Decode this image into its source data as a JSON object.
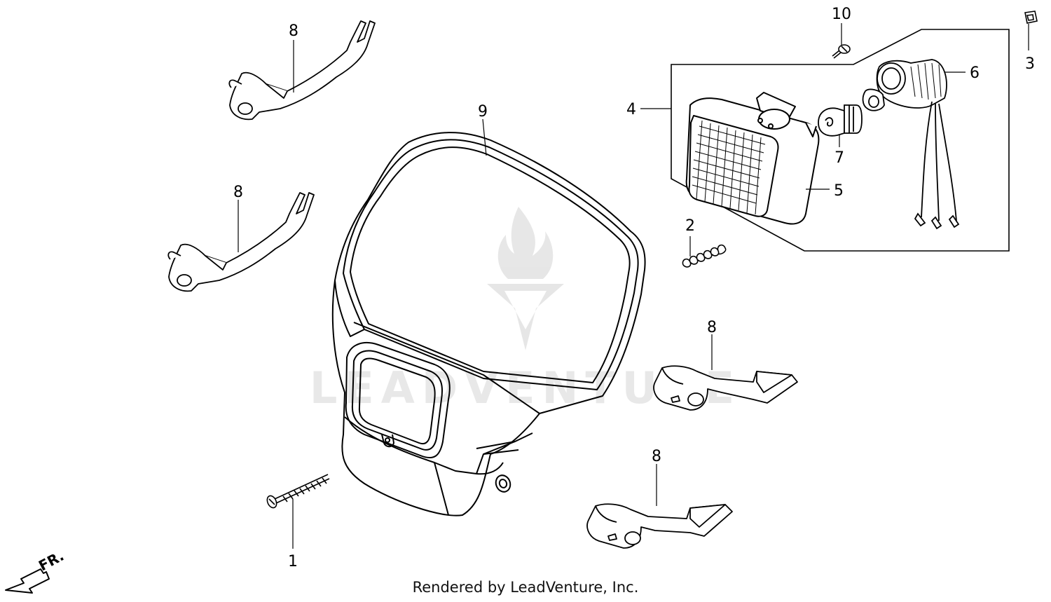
{
  "footer": {
    "text": "Rendered by LeadVenture, Inc."
  },
  "direction": {
    "label": "FR."
  },
  "watermark": {
    "text": "LEADVENTURE"
  },
  "callouts": [
    {
      "id": "c1",
      "number": "1"
    },
    {
      "id": "c2",
      "number": "2"
    },
    {
      "id": "c3",
      "number": "3"
    },
    {
      "id": "c4",
      "number": "4"
    },
    {
      "id": "c5",
      "number": "5"
    },
    {
      "id": "c6",
      "number": "6"
    },
    {
      "id": "c7",
      "number": "7"
    },
    {
      "id": "c8a",
      "number": "8"
    },
    {
      "id": "c8b",
      "number": "8"
    },
    {
      "id": "c8c",
      "number": "8"
    },
    {
      "id": "c8d",
      "number": "8"
    },
    {
      "id": "c9",
      "number": "9"
    },
    {
      "id": "c10",
      "number": "10"
    }
  ],
  "colors": {
    "line": "#000000",
    "watermark": "#dcdcdc",
    "background": "#ffffff"
  }
}
